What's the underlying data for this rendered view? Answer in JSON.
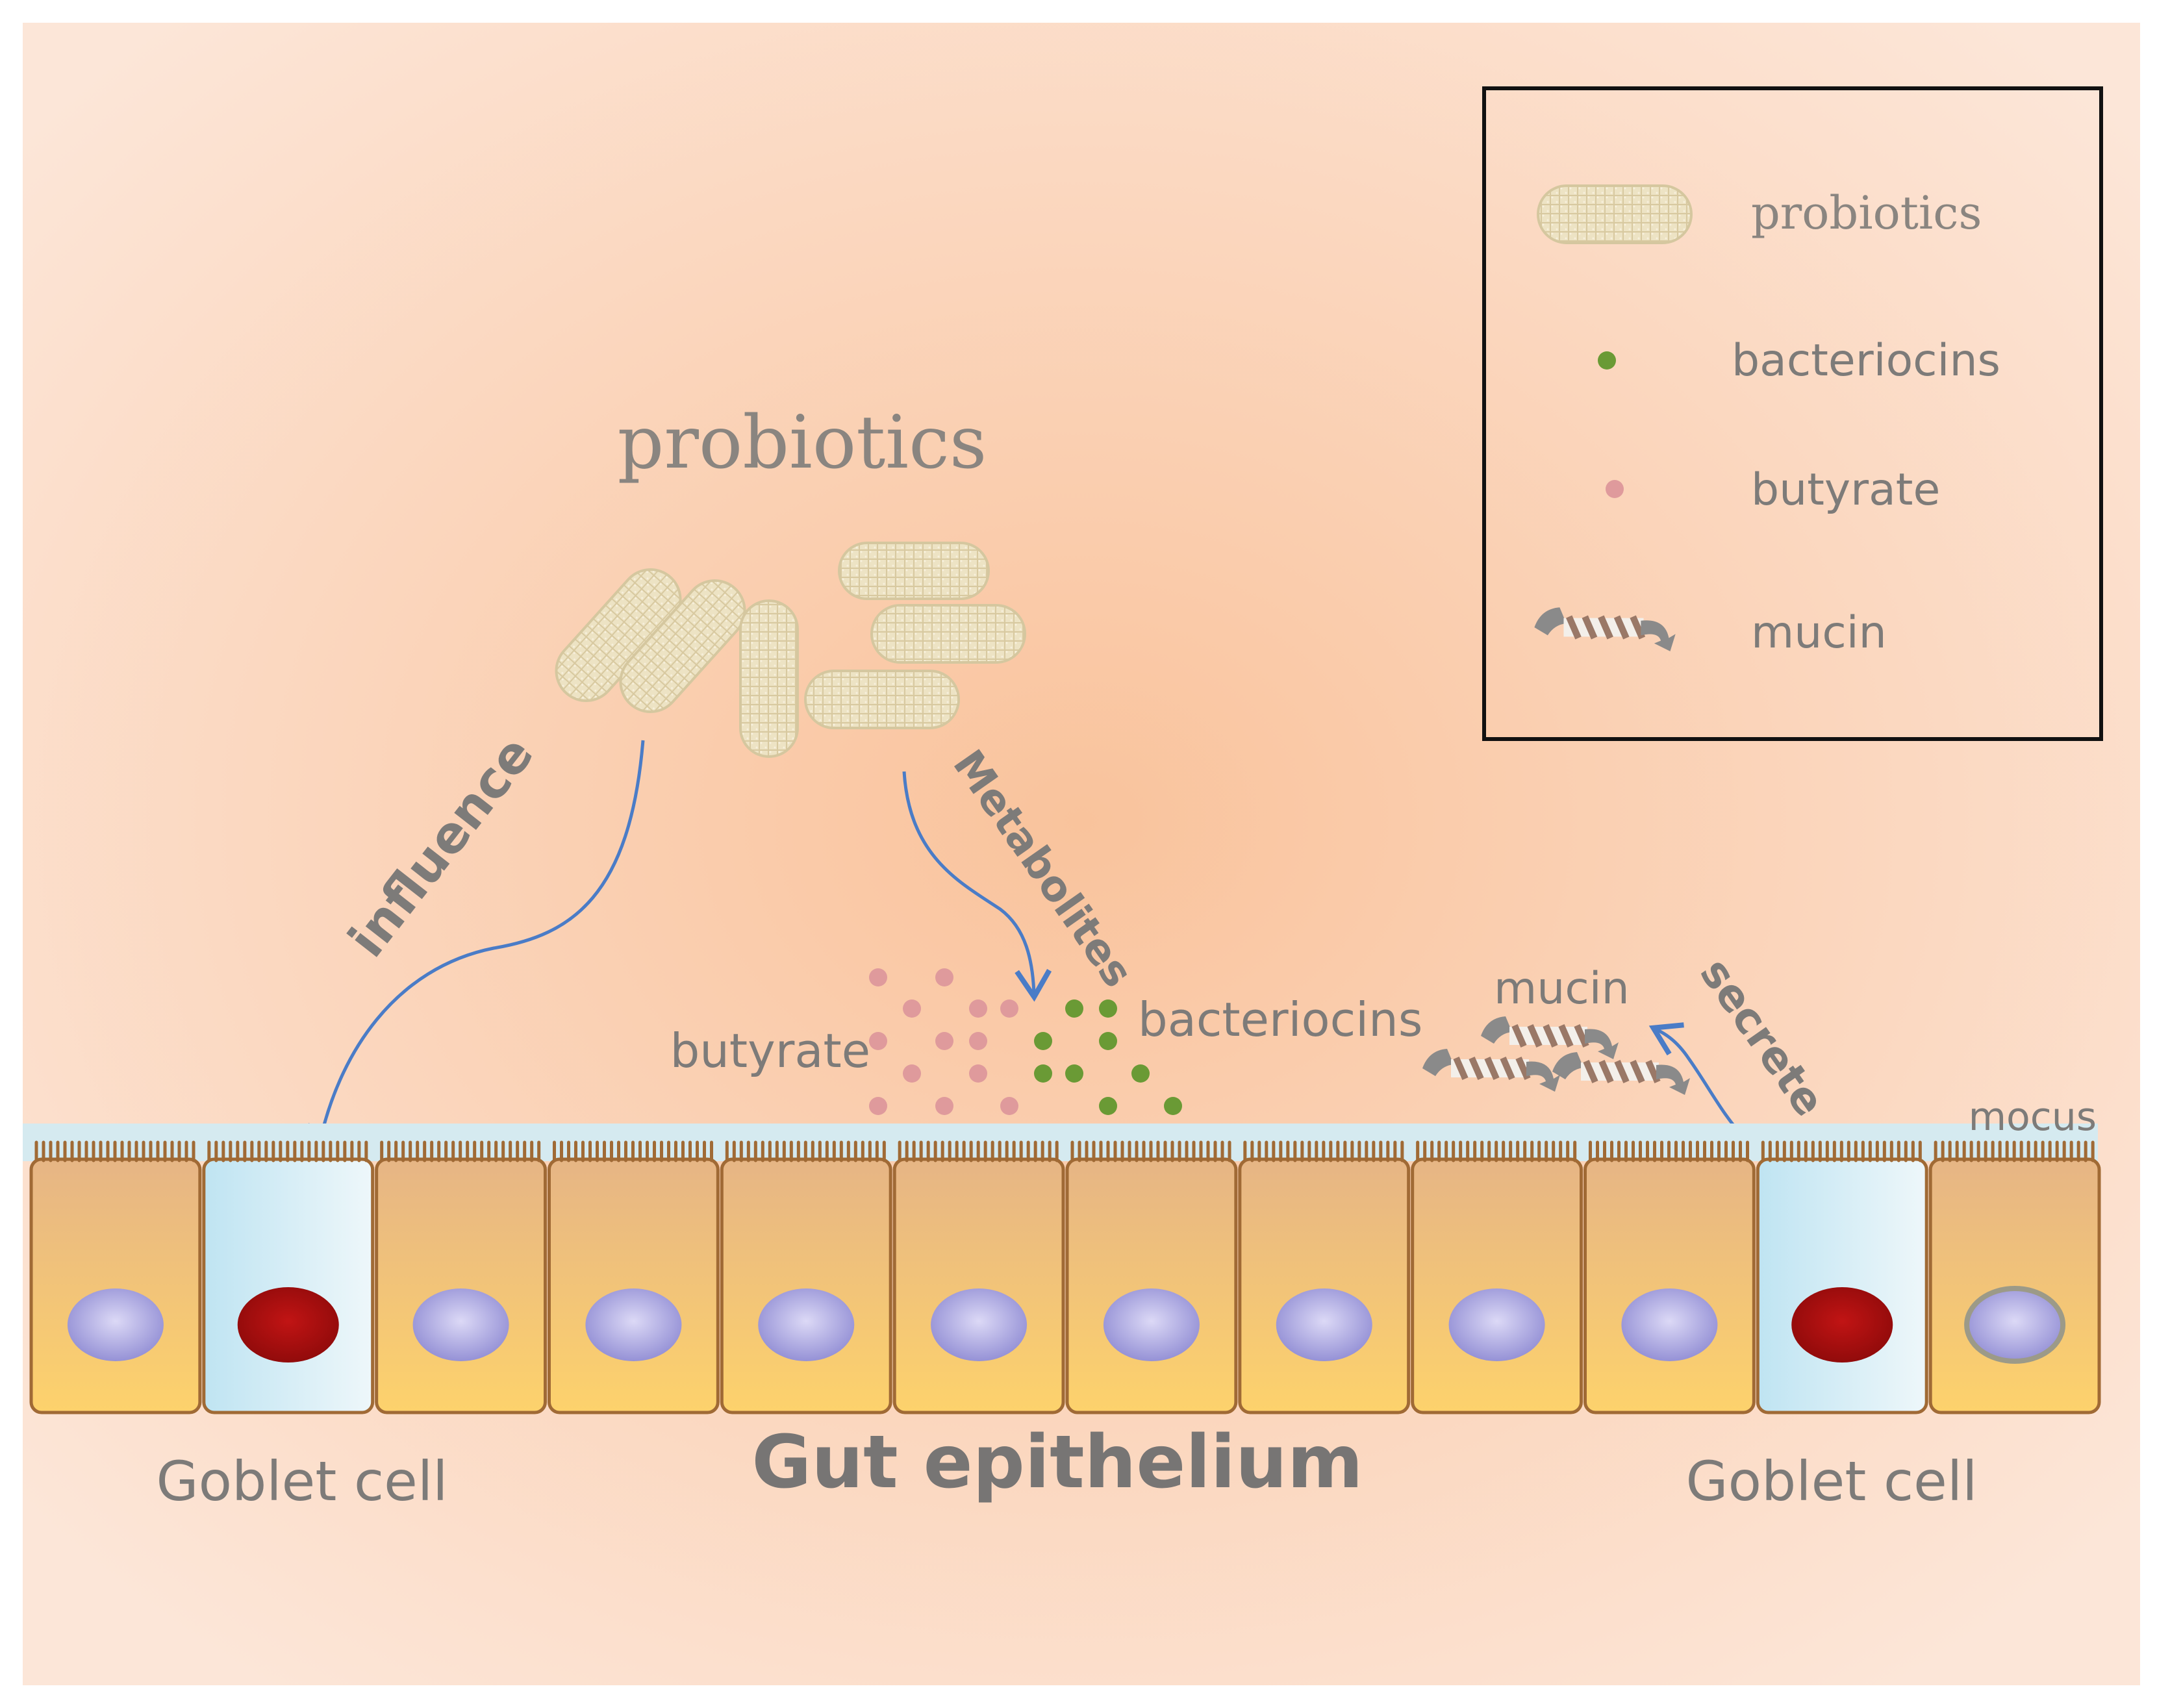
{
  "probiotics_title": "probiotics",
  "arrows": {
    "influence": "influence",
    "metabolites": "Metabolites",
    "secrete": "secrete"
  },
  "labels": {
    "butyrate": "butyrate",
    "bacteriocins": "bacteriocins",
    "mucin": "mucin",
    "mocus": "mocus",
    "goblet_left": "Goblet cell",
    "goblet_right": "Goblet cell",
    "gut_epithelium": "Gut epithelium"
  },
  "legend": {
    "items": [
      {
        "icon": "probiotic-rod-icon",
        "label": "probiotics"
      },
      {
        "icon": "green-dot-icon",
        "label": "bacteriocins"
      },
      {
        "icon": "pink-dot-icon",
        "label": "butyrate"
      },
      {
        "icon": "mucin-icon",
        "label": "mucin"
      }
    ]
  },
  "colors": {
    "background_center": "#f9c9a6",
    "background_edge": "#fbe3d1",
    "arrow": "#4a7cc7",
    "bacteriocin": "#6a9a35",
    "butyrate": "#df9a9c",
    "probiotic_fill": "#ece2c2",
    "cell_top": "#e7b985",
    "cell_bottom": "#fcd06e",
    "cell_border": "#a06a35",
    "goblet_fill": "#c5e5f1",
    "goblet_nucleus": "#a80d0d",
    "nucleus": "#b1ace6",
    "mucus_layer": "#d5eaf0",
    "text": "#7d7b79"
  },
  "epithelium": {
    "cell_types": [
      "normal",
      "goblet",
      "normal",
      "normal",
      "normal",
      "normal",
      "normal",
      "normal",
      "normal",
      "normal",
      "goblet",
      "normal"
    ]
  }
}
